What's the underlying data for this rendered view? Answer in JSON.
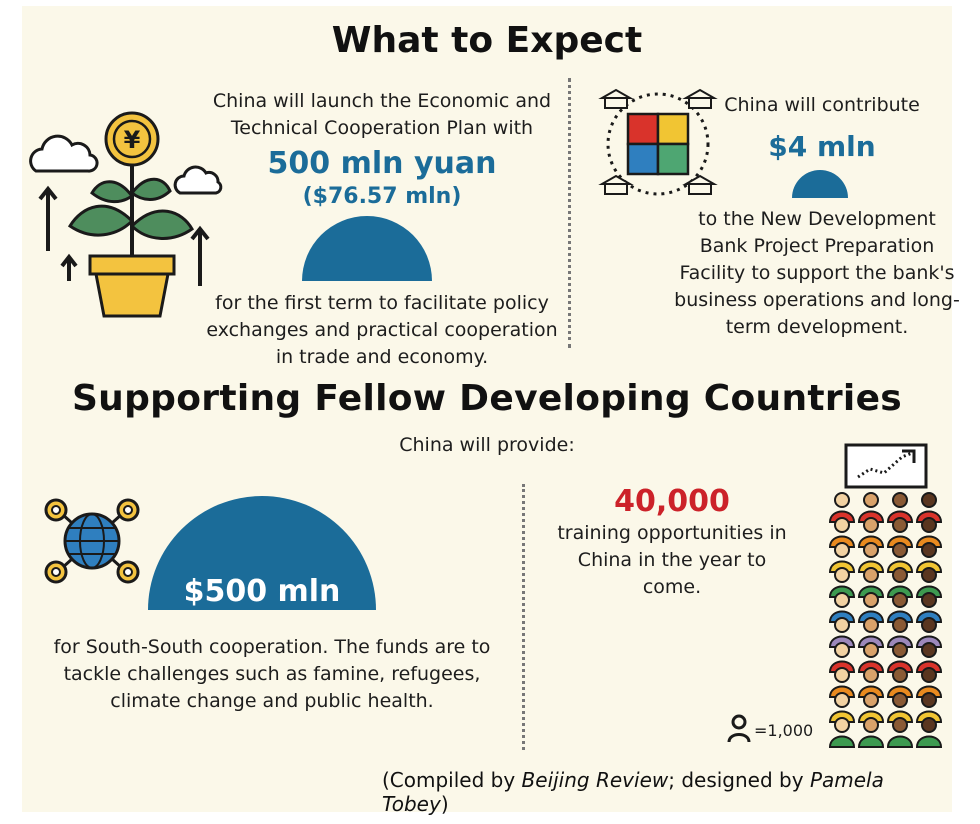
{
  "section1": {
    "title": "What to Expect",
    "left": {
      "intro": "China will launch the Economic and Technical Cooperation Plan with",
      "amount": "500 mln yuan",
      "amount_usd": "($76.57 mln)",
      "value_mln_usd": 76.57,
      "desc": "for the first term to facilitate policy exchanges and practical cooperation in trade and economy."
    },
    "right": {
      "intro": "China will contribute",
      "amount": "$4 mln",
      "value_mln_usd": 4,
      "desc": "to the New Development Bank Project Preparation Facility to support the bank's business operations and long-term development."
    }
  },
  "section2": {
    "title": "Supporting Fellow Developing Countries",
    "subtitle": "China will provide:",
    "left": {
      "amount": "$500 mln",
      "value_mln_usd": 500,
      "desc": "for South-South cooperation. The funds are to tackle challenges such as famine, refugees, climate change and public health."
    },
    "right": {
      "amount": "40,000",
      "desc": "training opportunities in China in the year to come.",
      "legend": "=1,000",
      "people_count": 40
    }
  },
  "credit": {
    "prefix": "(Compiled by ",
    "publication": "Beijing Review",
    "middle": "; designed by ",
    "designer": "Pamela Tobey",
    "suffix": ")"
  },
  "colors": {
    "blue": "#1b6c99",
    "red": "#cc2229",
    "people_rows": [
      "#d9332b",
      "#e98a1f",
      "#f1c533",
      "#3d9a50",
      "#2f7fbf",
      "#9c88bb",
      "#d9332b",
      "#e98a1f",
      "#f1c533",
      "#3d9a50"
    ],
    "people_heads": [
      "#f2d2a2",
      "#d9a26a",
      "#8a5a35",
      "#5a3620"
    ]
  },
  "icons": [
    "money-plant-icon",
    "cloud-icon",
    "up-arrow-icon",
    "puzzle-bank-icon",
    "globe-network-icon",
    "trend-chart-icon",
    "person-icon"
  ]
}
